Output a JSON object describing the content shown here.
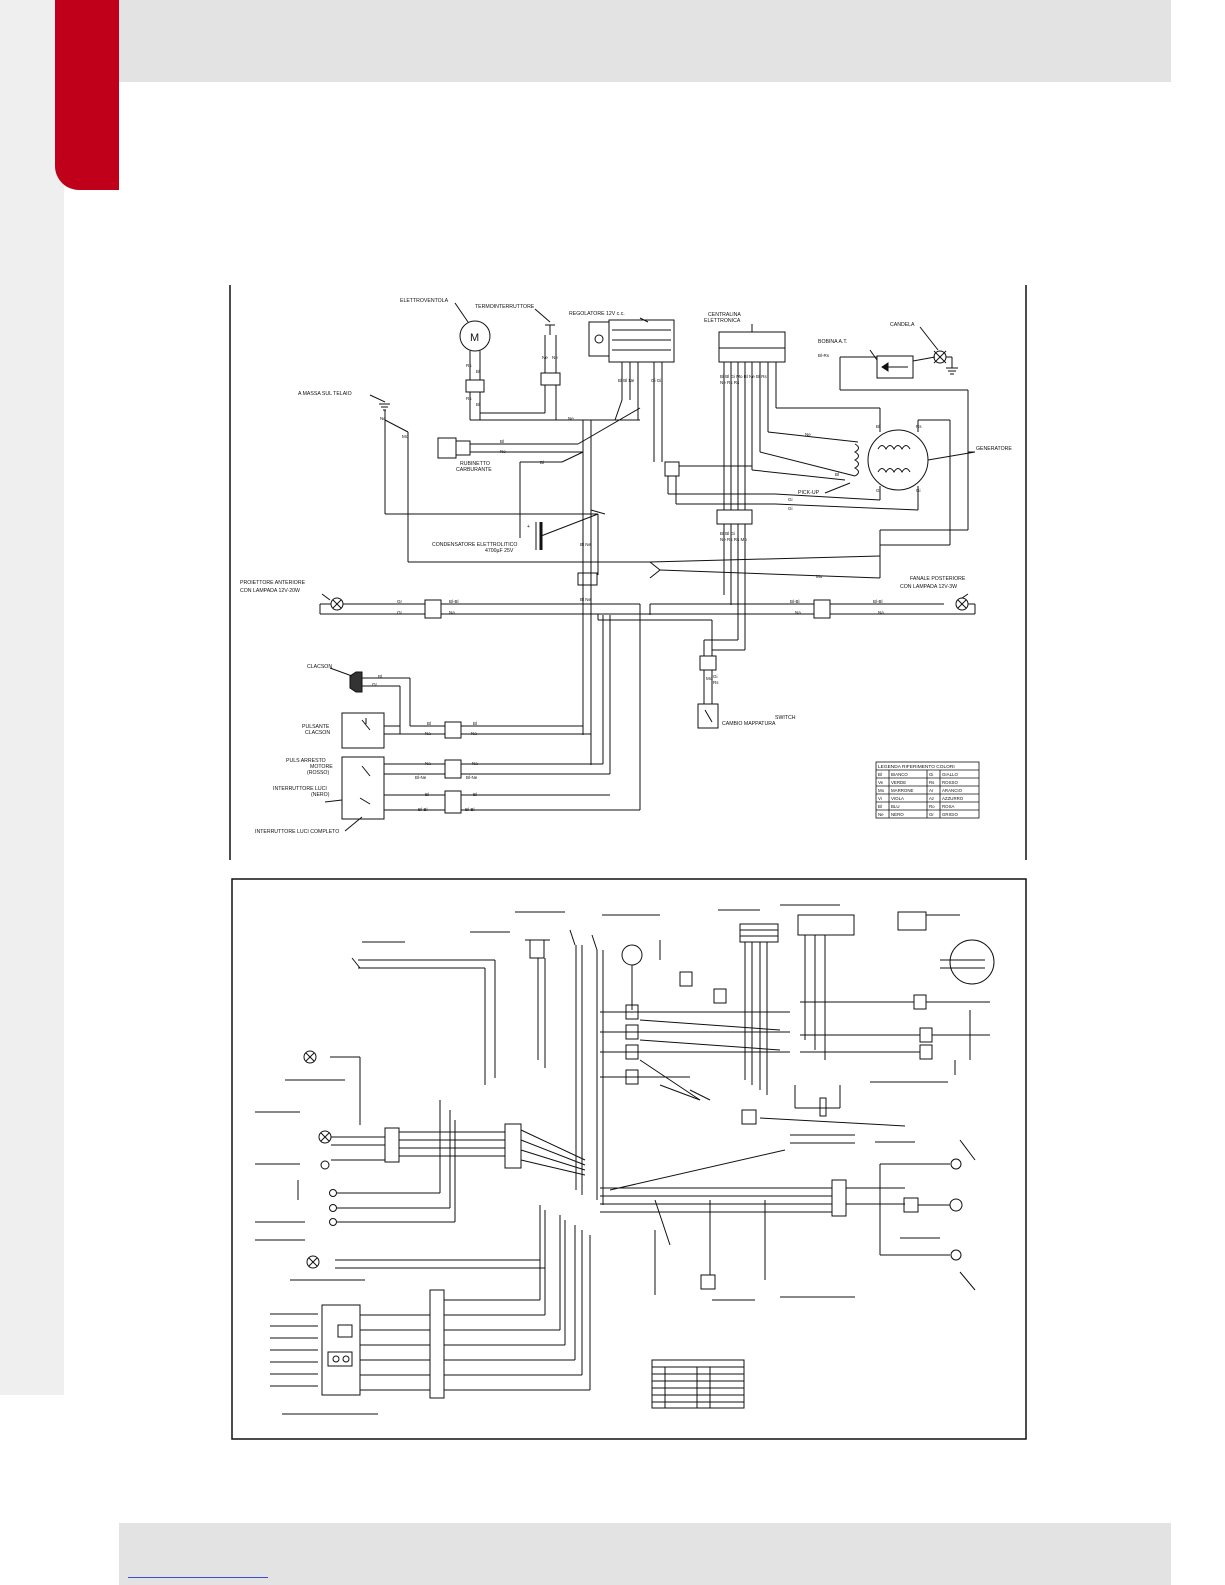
{
  "colors": {
    "accent": "#c0001a",
    "band": "#e3e3e3",
    "line": "#111111"
  },
  "diagram_top": {
    "components": {
      "elettroventola": "ELETTROVENTOLA",
      "termointerruttore": "TERMOINTERRUTTORE",
      "regolatore": "REGOLATORE 12V c.c.",
      "centralina": "CENTRALINA",
      "centralina2": "ELETTRONICA",
      "bobina": "BOBINA A.T.",
      "candela": "CANDELA",
      "massa": "A MASSA SUL TELAIO",
      "rubinetto": "RUBINETTO",
      "rubinetto2": "CARBURANTE",
      "generatore": "GENERATORE",
      "pickup": "PICK-UP",
      "condensatore": "CONDENSATORE ELETTROLITICO",
      "condensatore2": "4700µF 25V",
      "proiettore": "PROIETTORE ANTERIORE",
      "proiettore2": "CON LAMPADA 12V-20W",
      "fanale": "FANALE POSTERIORE",
      "fanale2": "CON LAMPADA 12V-3W",
      "clacson": "CLACSON",
      "pulsante": "PULSANTE",
      "pulsante2": "CLACSON",
      "switch": "SWITCH",
      "switch2": "CAMBIO MAPPATURA",
      "arresto": "PULS ARRESTO",
      "arresto2": "MOTORE",
      "arresto3": "(ROSSO)",
      "luci": "INTERRUTTORE LUCI",
      "luci2": "(NERO)",
      "luci_completo": "INTERRUTTORE LUCI COMPLETO",
      "motor_symbol": "M"
    },
    "wires": {
      "rs": "Rs",
      "bl": "Bl",
      "ne": "Ne",
      "mo": "Mo",
      "gi": "Gi",
      "gr": "Gr",
      "bl_rs": "Bl-Rs",
      "bl_bl": "Bl-Bl",
      "bl_ne": "Bl-Ne",
      "na": "Na",
      "bl_bl_ne": "Bl Bl Ne",
      "gi_gi": "Gi Gi",
      "bl_ne_pair": "Bl Ne",
      "plus": "+",
      "centralina_pins": "Bl Bl Gi Mo Bl Ne Bl Rs",
      "centralina_pins2": "Ne Rs Rs",
      "connector_pins": "Bl Bl Gi",
      "connector_pins2": "Ne Rs Rs Mo"
    },
    "legend": {
      "title": "LEGENDA RIFERIMENTO COLORI",
      "rows": [
        [
          "Bl",
          "BIANCO",
          "Gi",
          "GIALLO"
        ],
        [
          "Ve",
          "VERDE",
          "Rs",
          "ROSSO"
        ],
        [
          "Mo",
          "MARRONE",
          "Ar",
          "ARANCIO"
        ],
        [
          "Vi",
          "VIOLA",
          "Az",
          "AZZURRO"
        ],
        [
          "Bl",
          "BLU",
          "Ro",
          "ROSA"
        ],
        [
          "Ne",
          "NERO",
          "Gr",
          "GRIGIO"
        ]
      ]
    }
  }
}
